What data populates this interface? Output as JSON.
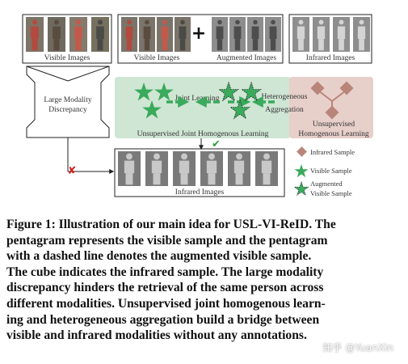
{
  "figure": {
    "labels": {
      "visible_images_left": "Visible Images",
      "visible_images": "Visible Images",
      "augmented_images": "Augmented Images",
      "infrared_images_top": "Infrared Images",
      "infrared_images_bottom": "Infrared Images",
      "large_modality_line1": "Large Modality",
      "large_modality_line2": "Discrepancy",
      "joint_learning": "Joint Learning",
      "heterogeneous_line1": "Heterogeneous",
      "heterogeneous_line2": "Aggregation",
      "unsup_joint": "Unsupervised Joint Homogenous Learning",
      "unsup_homog_line1": "Unsupervised",
      "unsup_homog_line2": "Homogenous Learning"
    },
    "legend": {
      "infrared_sample": "Infrared Sample",
      "visible_sample": "Visible Sample",
      "augmented_line1": "Augmented",
      "augmented_line2": "Visible Sample"
    },
    "colors": {
      "green_panel": "#cfe6d4",
      "red_panel": "#e7cfca",
      "star_green": "#3aaa5c",
      "cube_brown": "#b98579",
      "cross_red": "#d02020",
      "check_green": "#2e9e3e"
    }
  },
  "caption": {
    "line1": "Figure 1: Illustration of our main idea for USL-VI-ReID. The",
    "line2": "pentagram represents the visible sample and the pentagram",
    "line3": "with a dashed line denotes the augmented visible sample.",
    "line4": "The cube indicates the infrared sample. The large modality",
    "line5": "discrepancy hinders the retrieval of the same person across",
    "line6": "different modalities. Unsupervised joint homogenous learn-",
    "line7": "ing and heterogeneous aggregation build a bridge between",
    "line8": "visible and infrared modalities without any annotations."
  },
  "watermark": "知乎 @YuanXin"
}
